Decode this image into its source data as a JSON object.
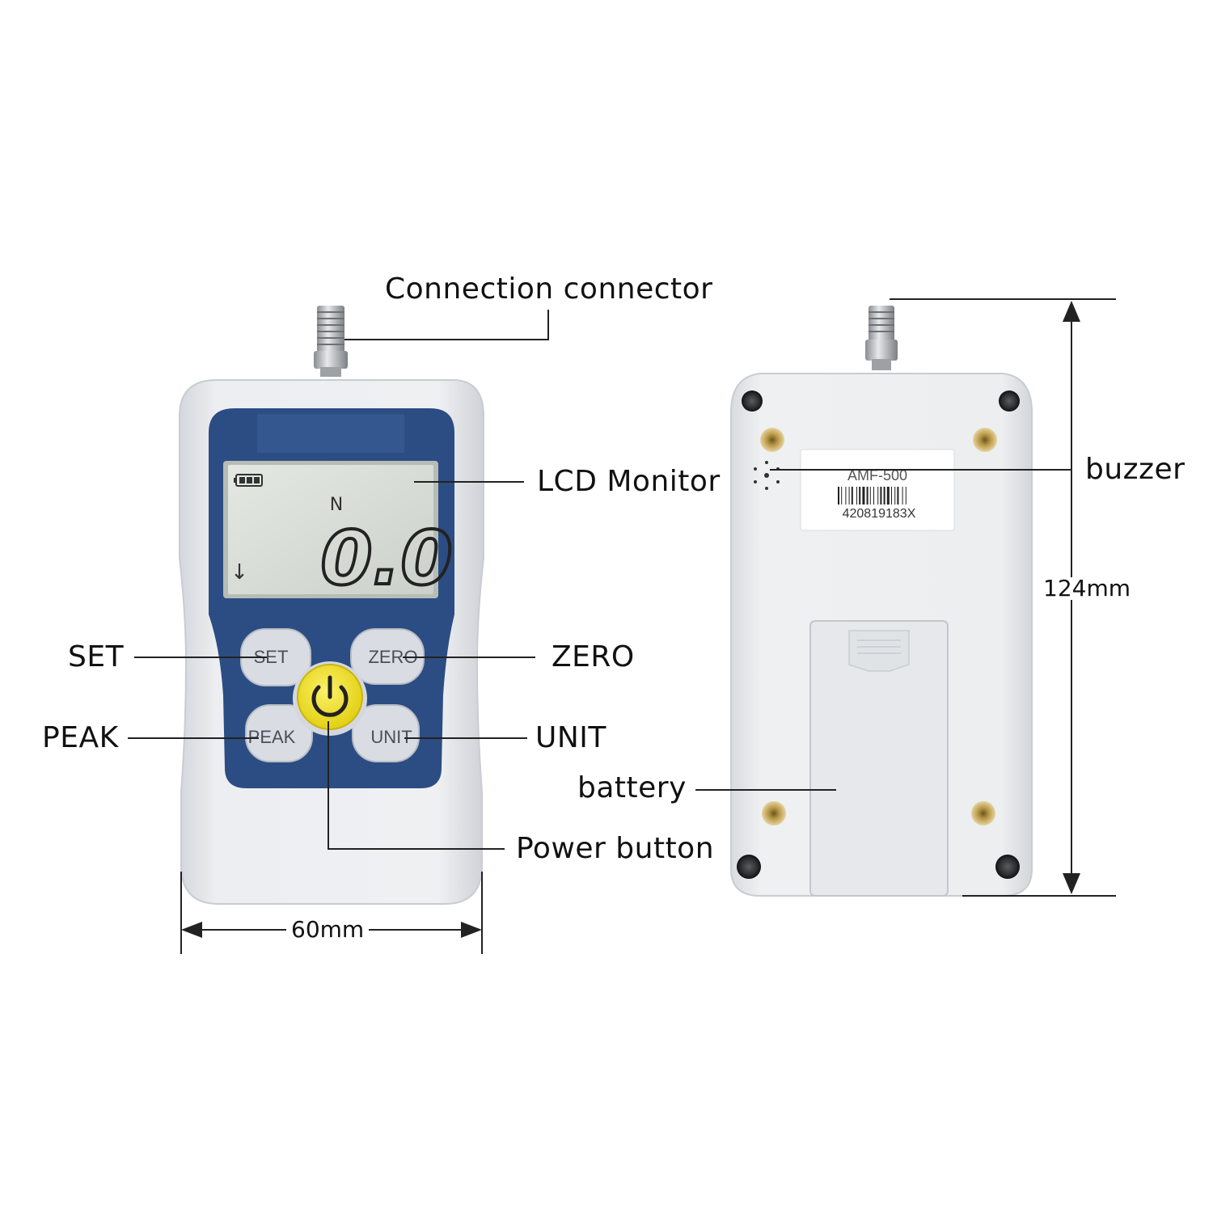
{
  "labels": {
    "connection_connector": "Connection connector",
    "lcd_monitor": "LCD Monitor",
    "set": "SET",
    "zero": "ZERO",
    "peak": "PEAK",
    "unit": "UNIT",
    "power_button": "Power button",
    "buzzer": "buzzer",
    "battery": "battery"
  },
  "dimensions": {
    "width": "60mm",
    "height": "124mm"
  },
  "device": {
    "buttons": {
      "set": "SET",
      "zero": "ZERO",
      "peak": "PEAK",
      "unit": "UNIT"
    },
    "lcd": {
      "unit": "N",
      "reading": "0.0",
      "direction_arrow": "↓"
    },
    "back_label": {
      "model": "AMF-500",
      "serial": "420819183X"
    }
  },
  "colors": {
    "body": "#e9ebee",
    "panel": "#2c4d83",
    "lcd": "#d6dcd4",
    "power": "#f2e21c",
    "button": "#d9dde3"
  }
}
